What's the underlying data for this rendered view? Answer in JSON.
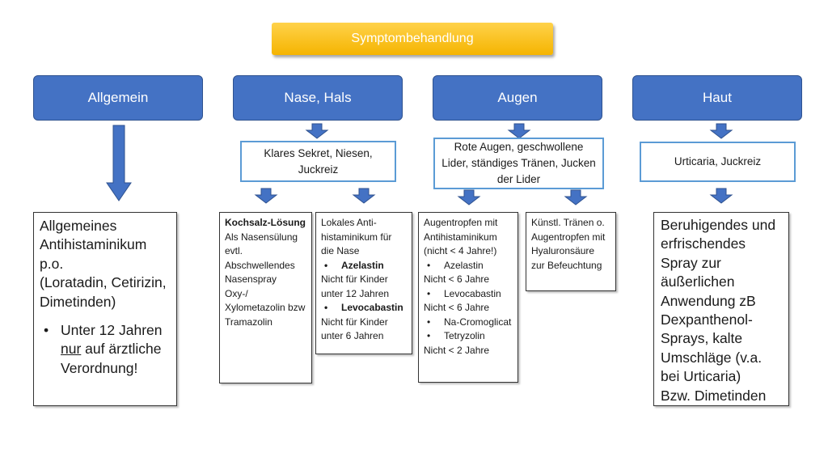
{
  "title": "Symptombehandlung",
  "categories": [
    "Allgemein",
    "Nase, Hals",
    "Augen",
    "Haut"
  ],
  "subheadings": {
    "nase": "Klares Sekret, Niesen, Juckreiz",
    "augen": "Rote Augen, geschwollene Lider, ständiges Tränen, Jucken der Lider",
    "haut": "Urticaria, Juckreiz"
  },
  "allgemein": {
    "line1": "Allgemeines Antihistaminikum p.o.",
    "line2": "(Loratadin, Cetirizin, Dimetinden)",
    "bullet_pre": "Unter 12 Jahren ",
    "bullet_nur": "nur",
    "bullet_post": " auf ärztliche Verordnung!"
  },
  "kochsalz": {
    "head": "Kochsalz-Lösung",
    "l1": "Als Nasensülung",
    "l2": "evtl. Abschwellendes Nasenspray",
    "l3": "Oxy-/ Xylometazolin bzw Tramazolin"
  },
  "lokal": {
    "head": "Lokales Anti-histaminikum für die Nase",
    "b1": "Azelastin",
    "n1": "Nicht für Kinder unter 12 Jahren",
    "b2": "Levocabastin",
    "n2": "Nicht für Kinder unter 6 Jahren"
  },
  "augentropfen": {
    "head": "Augentropfen mit Antihistaminikum (nicht < 4 Jahre!)",
    "b1": "Azelastin",
    "n1": "Nicht < 6 Jahre",
    "b2": "Levocabastin",
    "n2": "Nicht < 6 Jahre",
    "b3": "Na-Cromoglicat",
    "b4": "Tetryzolin",
    "n4": "Nicht < 2 Jahre"
  },
  "kuenstl": {
    "text": "Künstl. Tränen o. Augentropfen mit Hyaluronsäure zur Befeuchtung"
  },
  "haut_detail": {
    "text": "Beruhigendes und erfrischendes Spray zur äußerlichen Anwendung zB Dexpanthenol-Sprays, kalte Umschläge (v.a. bei Urticaria)",
    "last": "Bzw. Dimetinden"
  },
  "colors": {
    "category_fill": "#4472c4",
    "banner_fill": "#ffc000",
    "subbox_border": "#5b9bd5"
  }
}
